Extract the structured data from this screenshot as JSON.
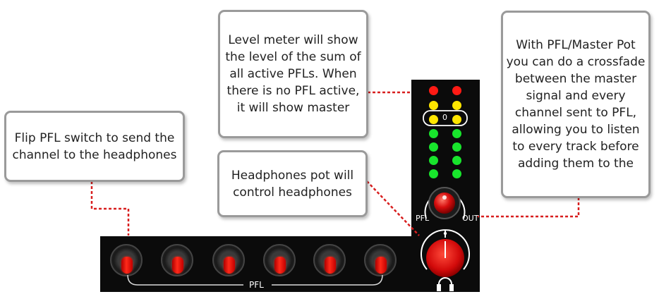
{
  "callouts": {
    "level_meter": "Level meter will show\nthe level of the sum of\nall active PFLs. When\nthere is no PFL active,\nit will show master",
    "pfl_master_pot": "With PFL/Master Pot\nyou can do a crossfade\nbetween the master\nsignal and every\nchannel sent to PFL,\nallowing you to listen\nto every track before\nadding them to the",
    "flip_pfl": "Flip PFL switch to send the\nchannel to the headphones",
    "headphones_pot": "Headphones pot will\ncontrol headphones"
  },
  "panel": {
    "pfl_bus_label": "PFL",
    "meter_zero_label": "0",
    "pot_left_label": "PFL",
    "pot_right_label": "OUT",
    "headphones_icon": "headphones-icon",
    "toggle_count": 6
  },
  "meter": {
    "rows": [
      "red",
      "yellow",
      "yellow",
      "green",
      "green",
      "green",
      "green"
    ]
  },
  "colors": {
    "panel": "#0b0b0b",
    "callout_border": "#9a9a9a",
    "leader_line": "#d81e1e",
    "lever_red": "#ff2a1a",
    "led_red": "#ff1a14",
    "led_yellow": "#ffe600",
    "led_green": "#18e52c"
  }
}
